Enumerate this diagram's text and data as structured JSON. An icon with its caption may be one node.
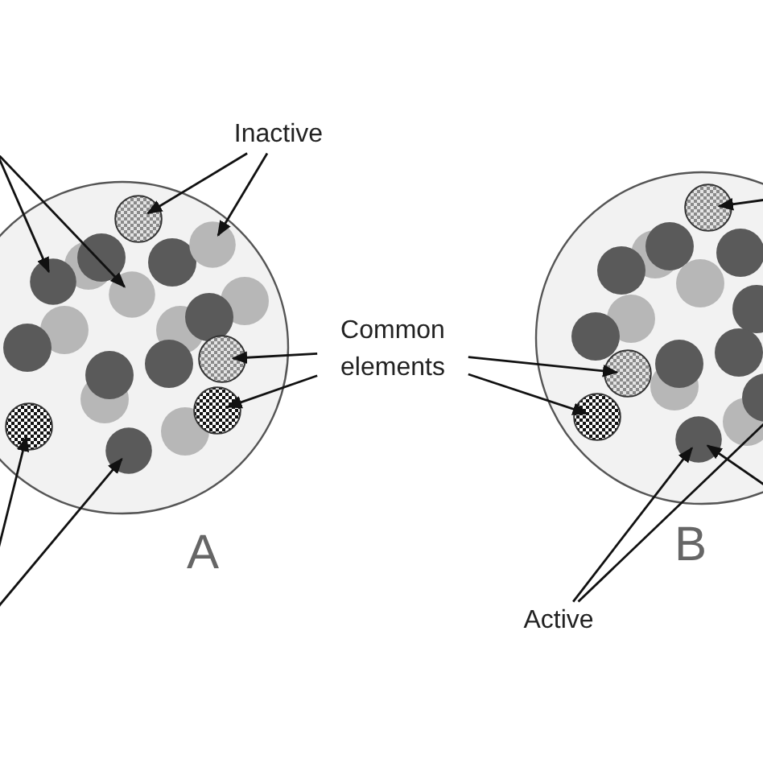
{
  "diagram": {
    "nodes": [
      {
        "text": [],
        "shape": "circle",
        "beside": [
          "A"
        ]
      },
      {
        "text": [],
        "shape": "circle",
        "beside": [
          "B"
        ]
      },
      {
        "text": [
          "Inactive"
        ]
      },
      {
        "text": [
          "Common elements"
        ]
      },
      {
        "text": [
          "Active"
        ]
      },
      {
        "text": [],
        "shape": "circle",
        "in": 0
      },
      {
        "text": [],
        "shape": "circle",
        "in": 0
      },
      {
        "text": [],
        "shape": "circle",
        "in": 0
      },
      {
        "text": [],
        "shape": "circle",
        "in": 0
      },
      {
        "text": [],
        "shape": "circle",
        "in": 0
      },
      {
        "text": [],
        "shape": "circle",
        "in": 0
      },
      {
        "text": [],
        "shape": "circle",
        "in": 0
      },
      {
        "text": [],
        "shape": "circle",
        "in": 0
      },
      {
        "text": [],
        "shape": "circle",
        "in": 1
      },
      {
        "text": [],
        "shape": "circle",
        "in": 1
      },
      {
        "text": [],
        "shape": "circle",
        "in": 1
      },
      {
        "text": [],
        "shape": "circle",
        "in": 1
      }
    ],
    "edges": [
      {
        "from": 2,
        "to": 5,
        "arrow": "to"
      },
      {
        "from": 2,
        "to": 6,
        "arrow": "to"
      },
      {
        "from": null,
        "to": 9,
        "arrow": "to"
      },
      {
        "from": null,
        "to": 10,
        "arrow": "to"
      },
      {
        "from": null,
        "to": 11,
        "arrow": "to"
      },
      {
        "from": null,
        "to": 12,
        "arrow": "to"
      },
      {
        "from": 3,
        "to": 7,
        "arrow": "to"
      },
      {
        "from": 3,
        "to": 8,
        "arrow": "to"
      },
      {
        "from": 3,
        "to": 14,
        "arrow": "to"
      },
      {
        "from": 3,
        "to": 15,
        "arrow": "to"
      },
      {
        "from": null,
        "to": 13,
        "arrow": "to"
      },
      {
        "from": 4,
        "to": 16,
        "arrow": "to"
      },
      {
        "from": 4,
        "to": null,
        "arrow": "none"
      },
      {
        "from": null,
        "to": 16,
        "arrow": "to"
      }
    ]
  }
}
